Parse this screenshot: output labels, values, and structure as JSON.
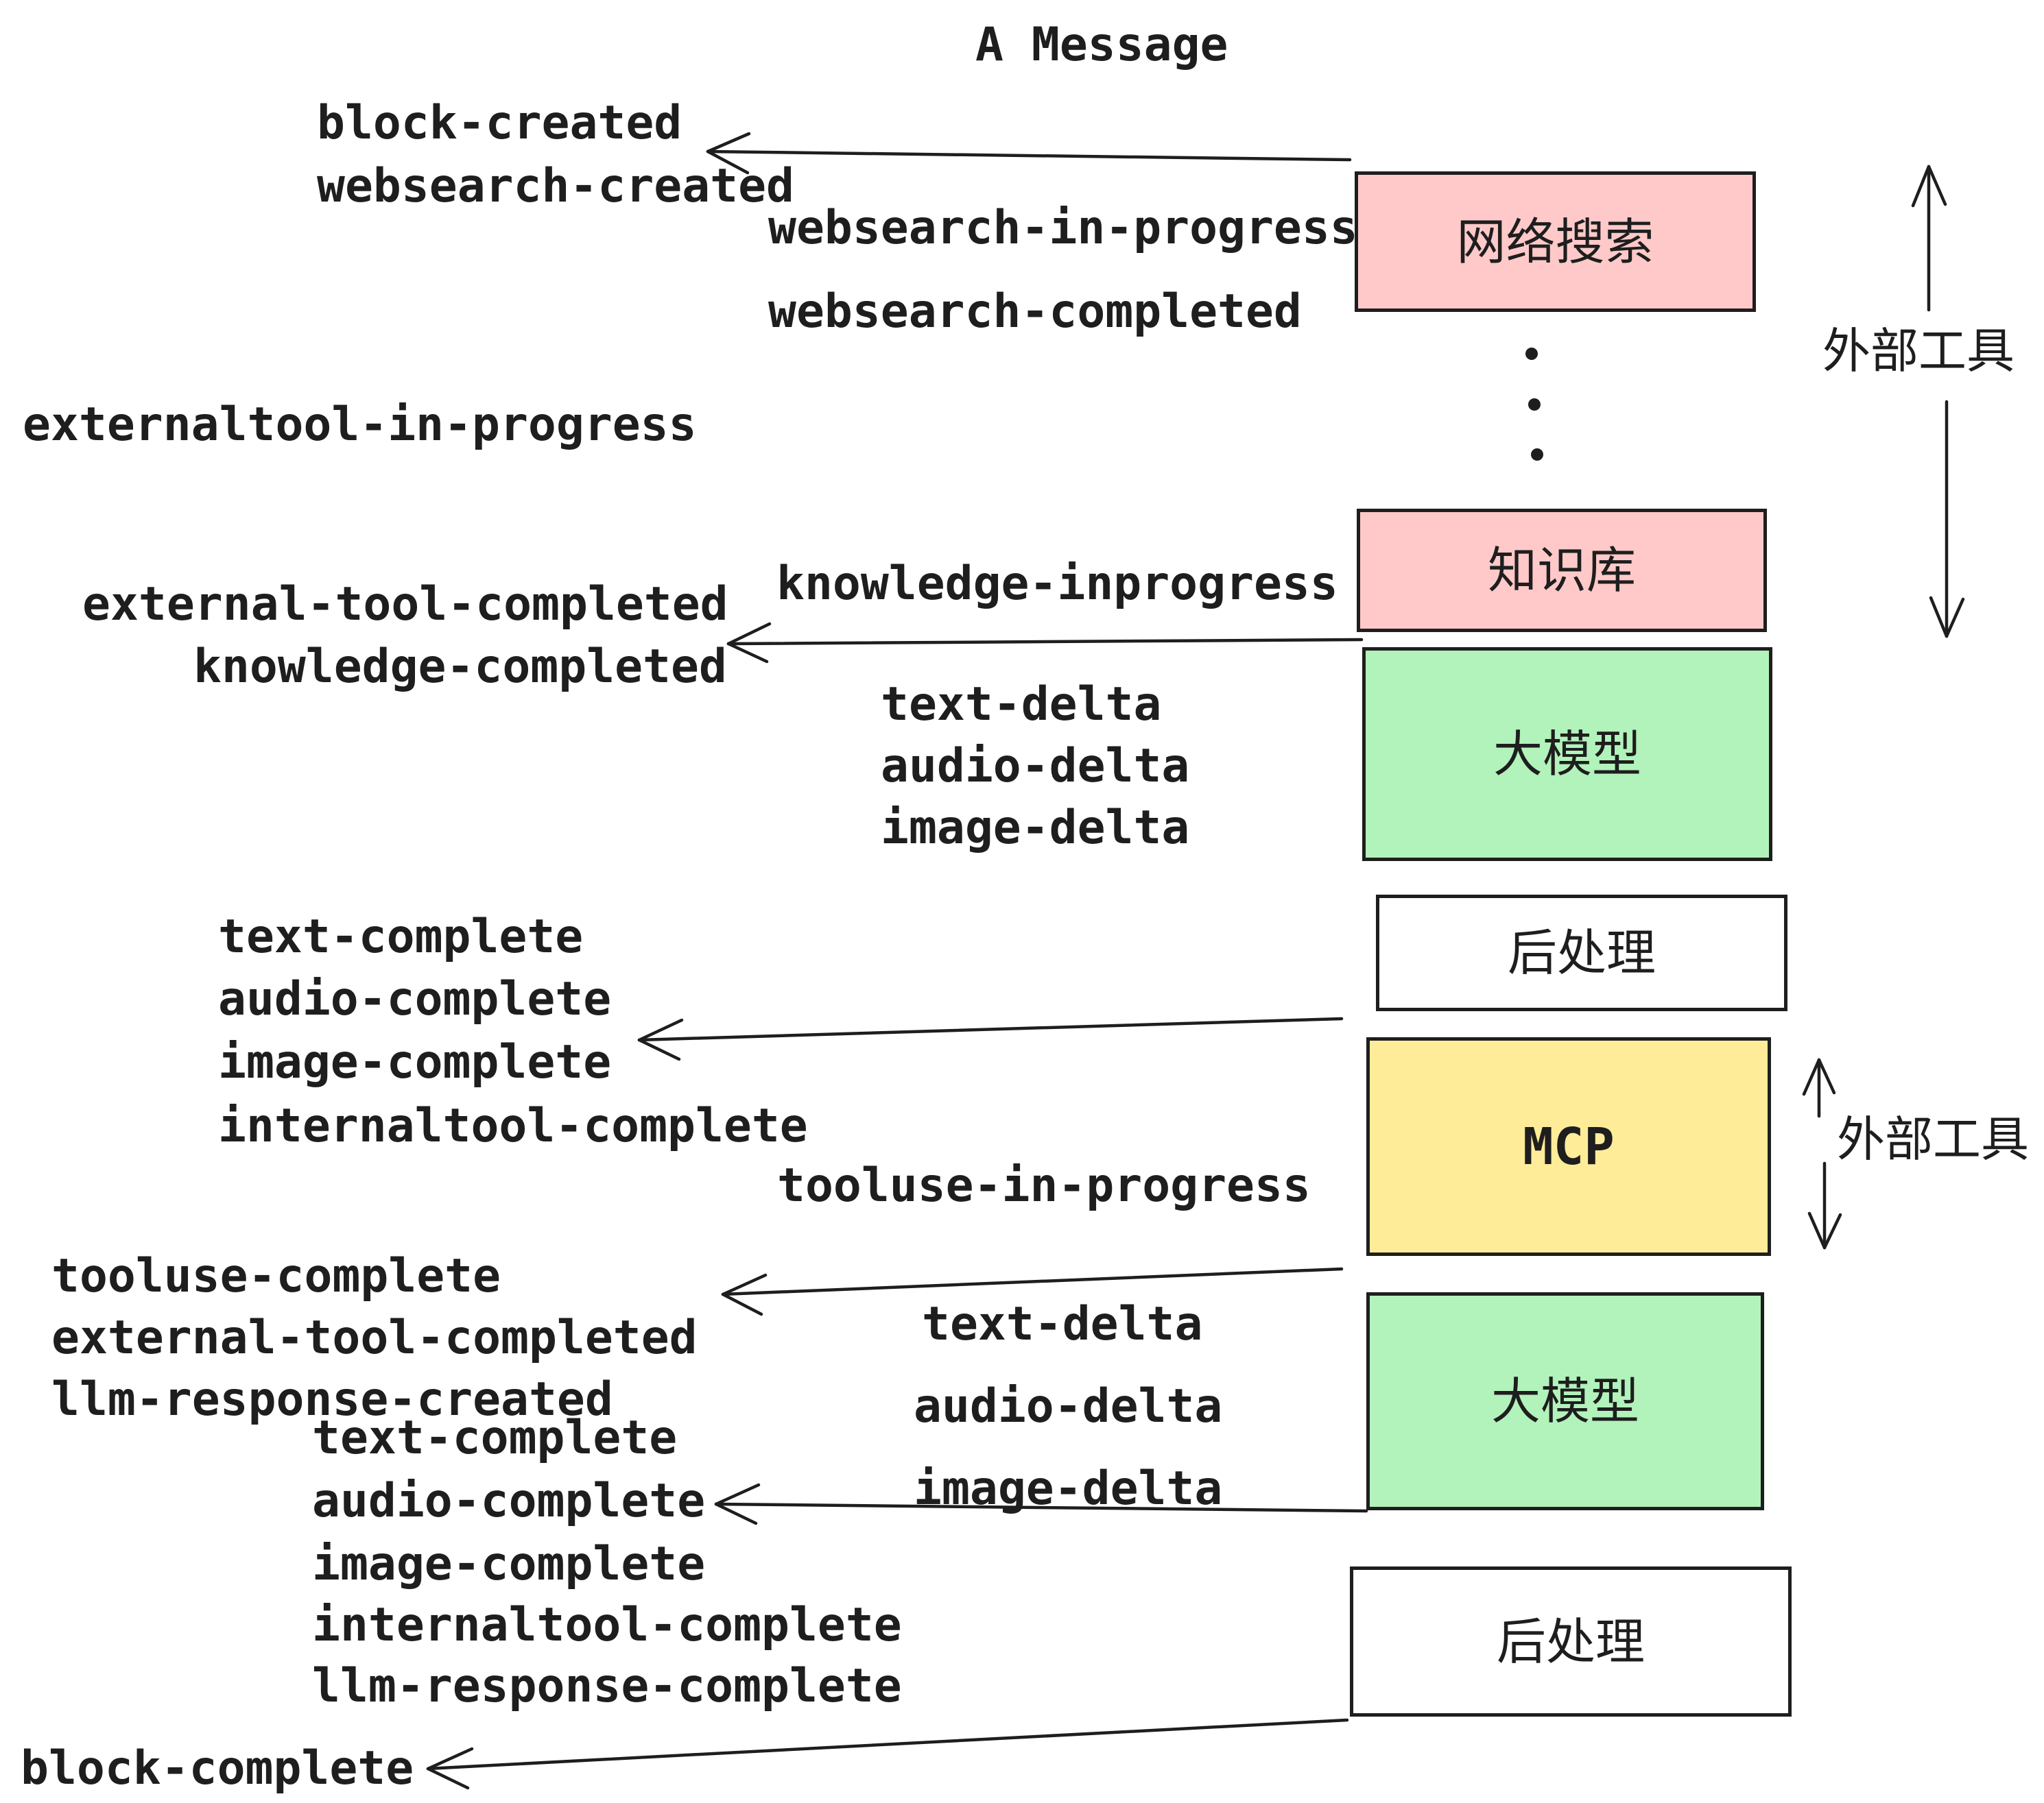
{
  "title": "A Message",
  "colors": {
    "stroke": "#1e1e1e",
    "pink": "#ffc9c9",
    "green": "#b2f2bb",
    "yellow": "#ffec99",
    "white": "#ffffff"
  },
  "boxes": [
    {
      "id": "web-search",
      "label": "网络搜索",
      "fill": "pink"
    },
    {
      "id": "knowledge-base",
      "label": "知识库",
      "fill": "pink"
    },
    {
      "id": "llm-1",
      "label": "大模型",
      "fill": "green"
    },
    {
      "id": "post-process-1",
      "label": "后处理",
      "fill": "white"
    },
    {
      "id": "mcp",
      "label": "MCP",
      "fill": "yellow"
    },
    {
      "id": "llm-2",
      "label": "大模型",
      "fill": "green"
    },
    {
      "id": "post-process-2",
      "label": "后处理",
      "fill": "white"
    }
  ],
  "side_labels": [
    {
      "text": "外部工具"
    },
    {
      "text": "外部工具"
    }
  ],
  "events": [
    {
      "text": "block-created"
    },
    {
      "text": "websearch-created"
    },
    {
      "text": "websearch-in-progress"
    },
    {
      "text": "websearch-completed"
    },
    {
      "text": "externaltool-in-progress"
    },
    {
      "text": "knowledge-inprogress"
    },
    {
      "text": "external-tool-completed"
    },
    {
      "text": "knowledge-completed"
    },
    {
      "text": "text-delta"
    },
    {
      "text": "audio-delta"
    },
    {
      "text": "image-delta"
    },
    {
      "text": "text-complete"
    },
    {
      "text": "audio-complete"
    },
    {
      "text": "image-complete"
    },
    {
      "text": "internaltool-complete"
    },
    {
      "text": "tooluse-in-progress"
    },
    {
      "text": "tooluse-complete"
    },
    {
      "text": "external-tool-completed"
    },
    {
      "text": "llm-response-created"
    },
    {
      "text": "text-complete"
    },
    {
      "text": "audio-complete"
    },
    {
      "text": "image-complete"
    },
    {
      "text": "internaltool-complete"
    },
    {
      "text": "llm-response-complete"
    },
    {
      "text": "block-complete"
    },
    {
      "text": "text-delta"
    },
    {
      "text": "audio-delta"
    },
    {
      "text": "image-delta"
    }
  ]
}
